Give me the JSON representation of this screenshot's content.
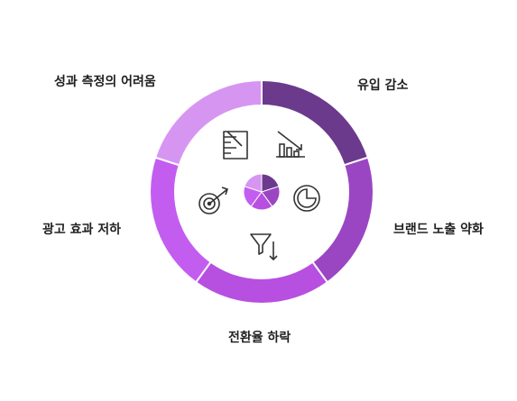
{
  "diagram": {
    "labels": {
      "top_left": "성과 측정의 어려움",
      "top_right": "유입 감소",
      "right": "브랜드 노출 약화",
      "bottom": "전환율 하락",
      "left": "광고 효과 저하"
    },
    "segment_colors": {
      "top_right": "#6b3a8c",
      "right": "#9a46c3",
      "bottom": "#b74fe0",
      "left": "#c35df0",
      "top_left": "#d795f2"
    },
    "icons": {
      "top_right": "declining-chart-icon",
      "right": "pie-chart-icon",
      "bottom": "funnel-down-icon",
      "left": "target-arrow-icon",
      "top_left": "ruler-icon",
      "center": "pie-segments-icon"
    }
  }
}
